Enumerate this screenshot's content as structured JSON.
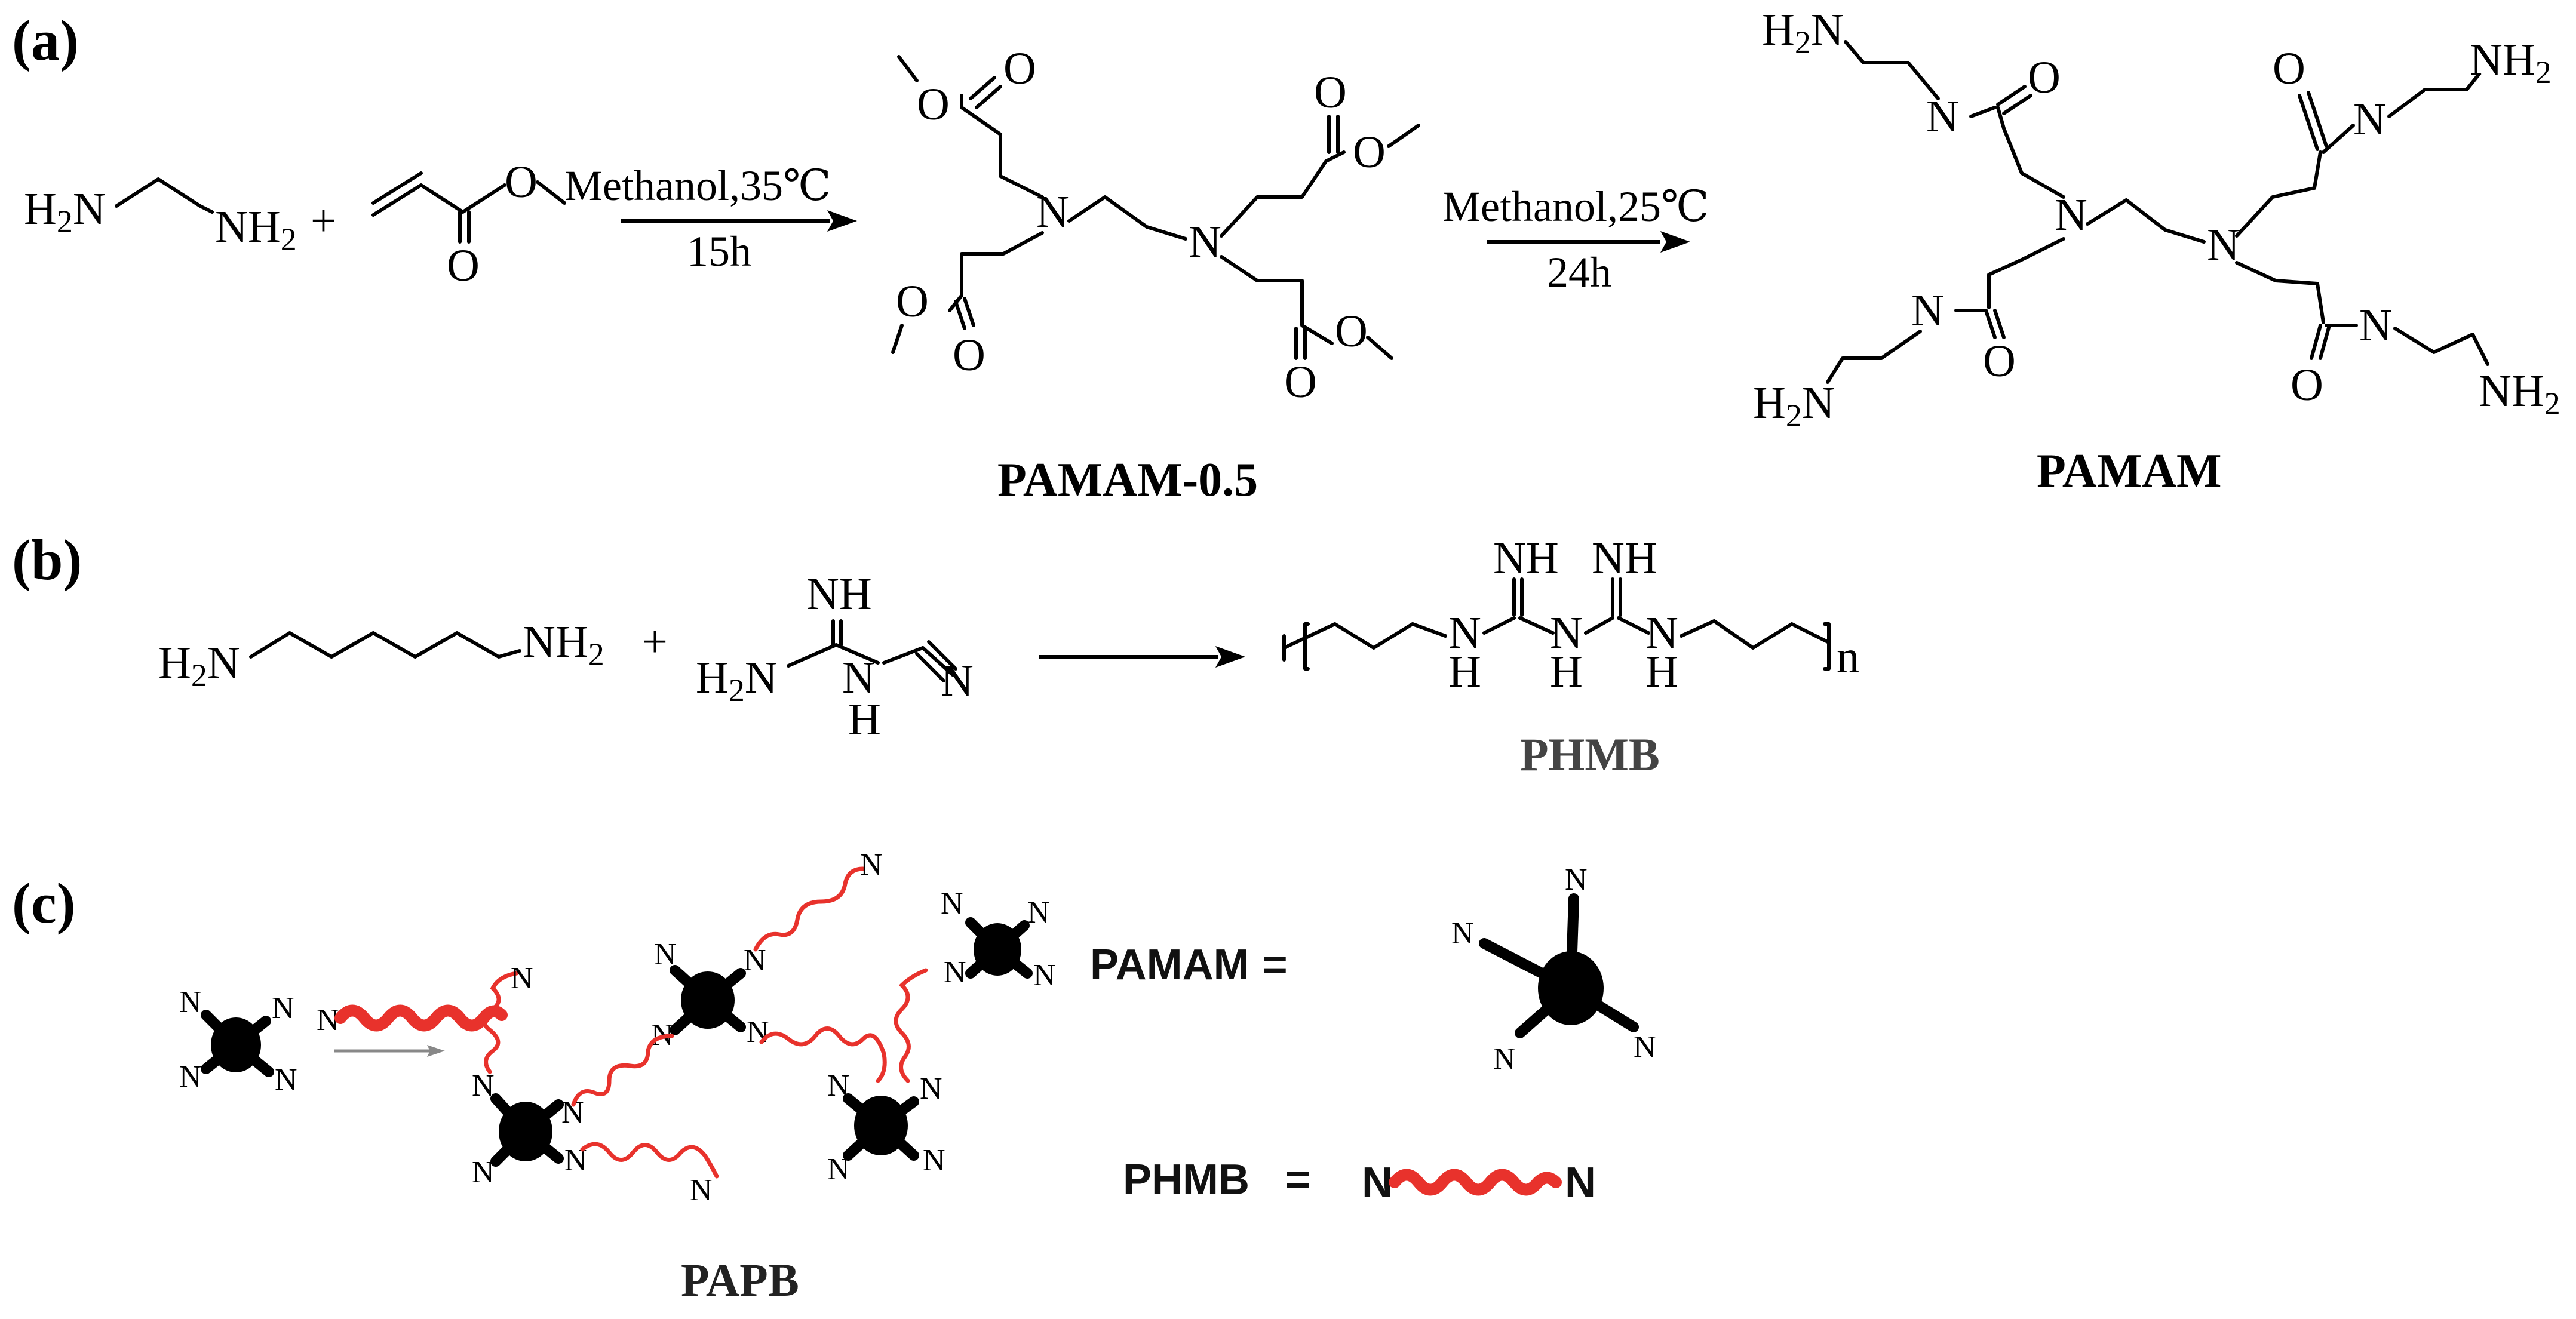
{
  "panels": {
    "a": "(a)",
    "b": "(b)",
    "c": "(c)"
  },
  "reaction_a": {
    "ethylenediamine": {
      "h2n": "H",
      "h2n_sub": "2",
      "h2n_n": "N",
      "nh2": "NH",
      "nh2_sub": "2",
      "plus": "+"
    },
    "methyl_acrylate_O": [
      "O",
      "O"
    ],
    "step1": {
      "condition": "Methanol,35℃",
      "time": "15h"
    },
    "intermediate": {
      "name": "PAMAM-0.5",
      "N": "N",
      "O": "O"
    },
    "step2": {
      "condition": "Methanol,25℃",
      "time": "24h"
    },
    "product": {
      "name": "PAMAM",
      "N": "N",
      "O": "O",
      "NH": "NH",
      "H": "H",
      "sub2": "2"
    }
  },
  "reaction_b": {
    "hexanediamine": {
      "h2n": "H",
      "sub2": "2",
      "n": "N",
      "nh2": "NH",
      "plus": "+"
    },
    "dicyandiamide": {
      "nh": "NH",
      "h2n": "H",
      "n": "N",
      "h": "H"
    },
    "product": {
      "name": "PHMB",
      "nh": "NH",
      "n": "N",
      "h": "H",
      "repeat": "n"
    }
  },
  "panel_c": {
    "network_name": "PAPB",
    "node_label": "N",
    "legend": [
      {
        "label": "PAMAM",
        "eq": "="
      },
      {
        "label": "PHMB",
        "eq": "="
      }
    ]
  },
  "colors": {
    "coil": "#e8322c",
    "ink": "#000000"
  }
}
